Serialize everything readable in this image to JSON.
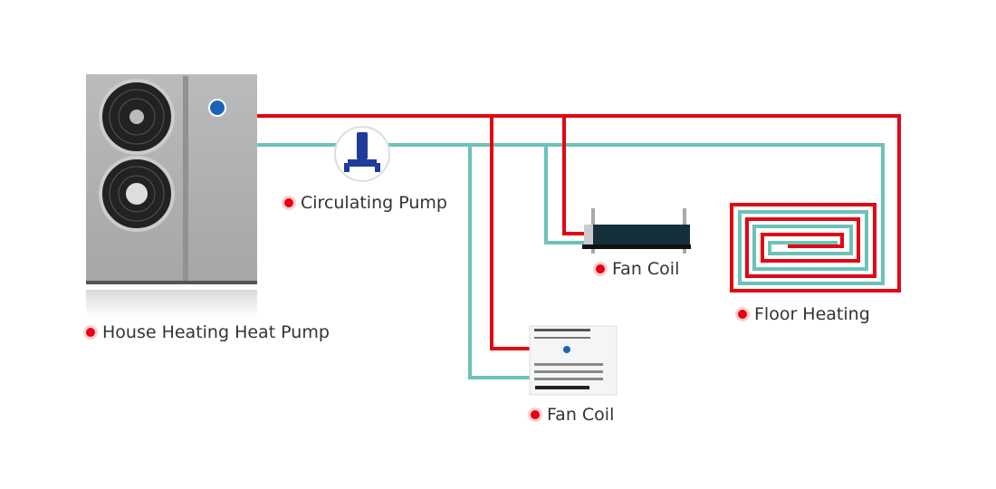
{
  "labels": {
    "heat_pump": "House Heating Heat Pump",
    "pump": "Circulating Pump",
    "fan_coil_ducted": "Fan Coil",
    "floor_heating": "Floor Heating",
    "fan_coil_cassette": "Fan Coil"
  },
  "colors": {
    "supply": "#e30613",
    "return": "#6cc3b8",
    "bullet": "#e60012"
  }
}
